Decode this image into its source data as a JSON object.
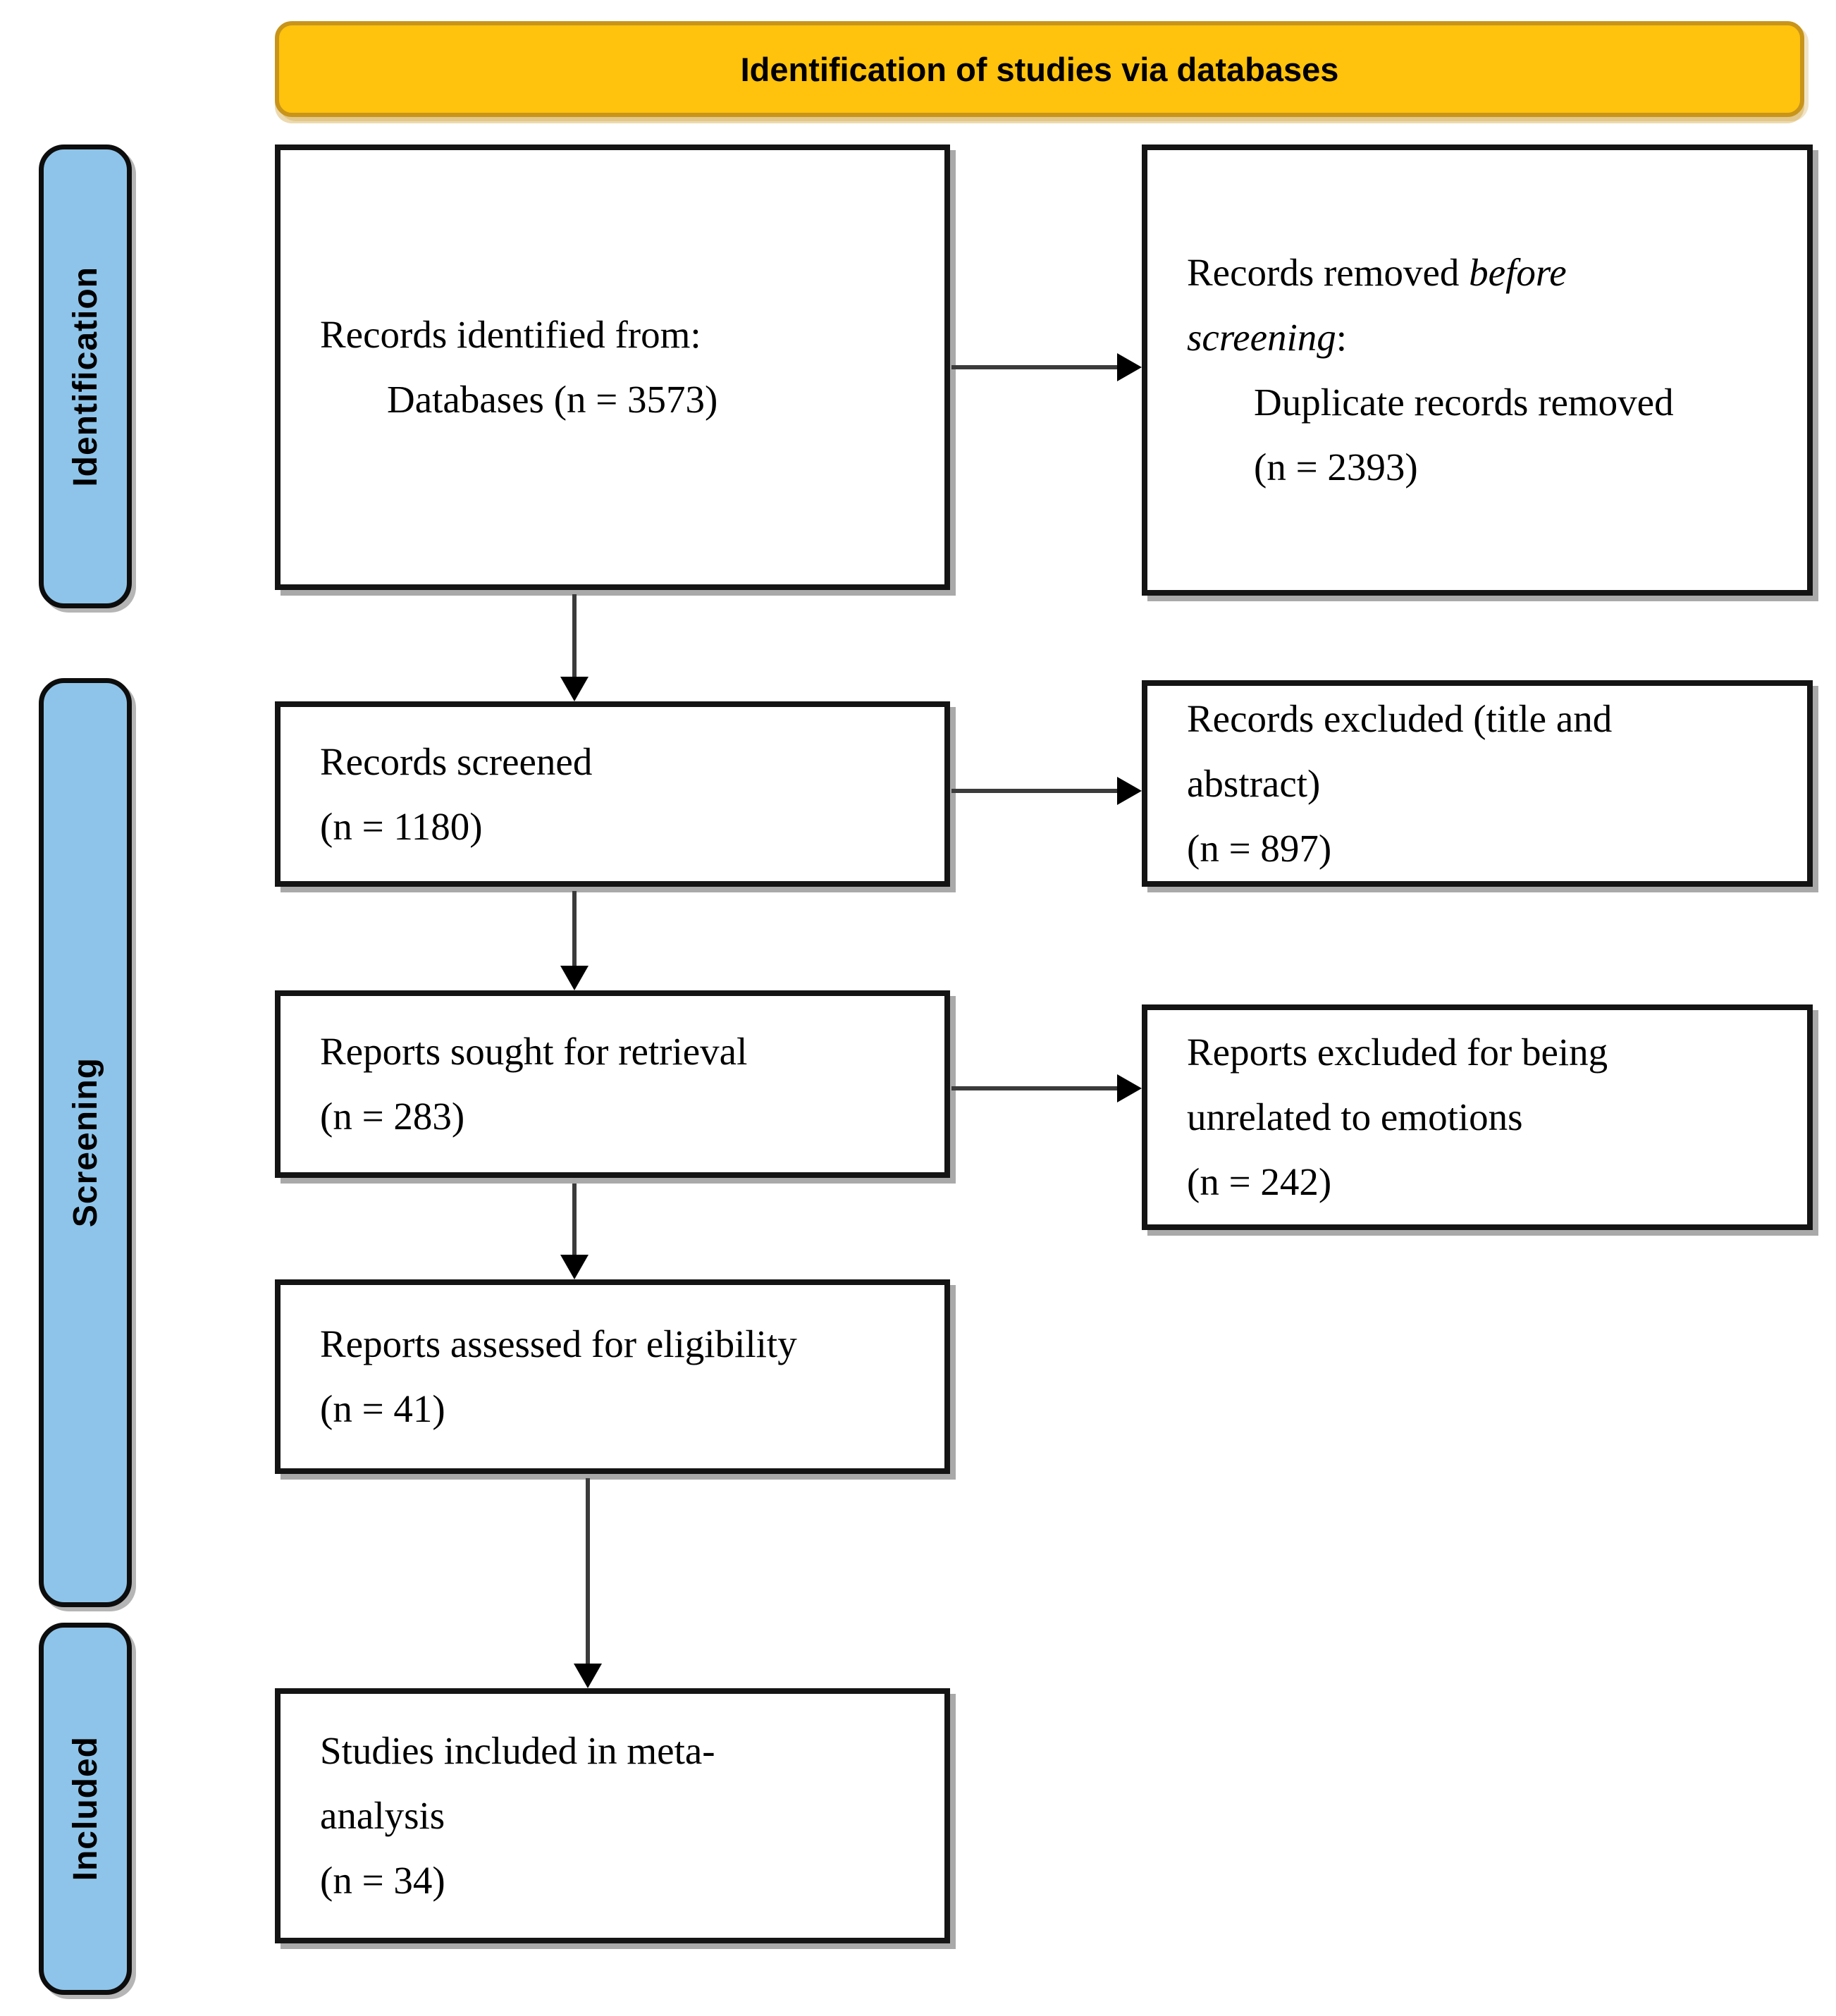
{
  "banner": {
    "title": "Identification of studies via databases"
  },
  "stages": [
    {
      "id": "identification",
      "label": "Identification"
    },
    {
      "id": "screening",
      "label": "Screening"
    },
    {
      "id": "included",
      "label": "Included"
    }
  ],
  "flow": {
    "main_boxes": [
      {
        "id": "records-identified",
        "lines": [
          "Records identified from:",
          "Databases (n = 3573)"
        ],
        "n": 3573
      },
      {
        "id": "records-screened",
        "lines": [
          "Records screened",
          "(n = 1180)"
        ],
        "n": 1180
      },
      {
        "id": "reports-sought",
        "lines": [
          "Reports sought for retrieval",
          "(n = 283)"
        ],
        "n": 283
      },
      {
        "id": "reports-assessed",
        "lines": [
          "Reports assessed for eligibility",
          "(n = 41)"
        ],
        "n": 41
      },
      {
        "id": "studies-included",
        "lines": [
          "Studies included in meta-",
          "analysis",
          "(n = 34)"
        ],
        "n": 34
      }
    ],
    "side_boxes": [
      {
        "id": "records-removed",
        "line1_normal": "Records removed ",
        "line1_italic": "before",
        "line2_italic": "screening",
        "line2_normal": ":",
        "line3": "Duplicate records removed",
        "line4": "(n = 2393)",
        "n": 2393
      },
      {
        "id": "records-excluded",
        "lines": [
          "Records excluded (title and",
          "abstract)",
          "(n = 897)"
        ],
        "n": 897
      },
      {
        "id": "reports-excluded",
        "lines": [
          "Reports excluded for being",
          "unrelated to emotions",
          "(n = 242)"
        ],
        "n": 242
      }
    ]
  },
  "colors": {
    "banner_bg": "#FFC20D",
    "banner_border": "#C8941A",
    "stage_bg": "#8EC4E9",
    "box_bg": "#FFFFFF",
    "box_border": "#141414",
    "arrow": "#3B3B3B",
    "shadow": "#8C8C8C"
  }
}
